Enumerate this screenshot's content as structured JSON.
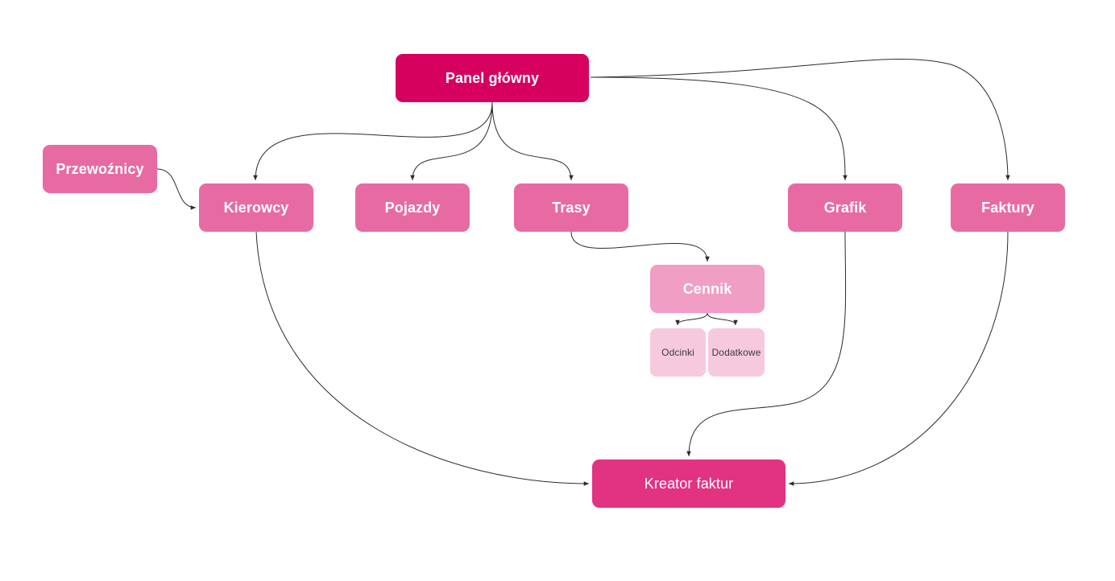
{
  "nodes": {
    "panel": "Panel główny",
    "przewoznicy": "Przewoźnicy",
    "kierowcy": "Kierowcy",
    "pojazdy": "Pojazdy",
    "trasy": "Trasy",
    "grafik": "Grafik",
    "faktury": "Faktury",
    "cennik": "Cennik",
    "odcinki": "Odcinki",
    "dodatkowe": "Dodatkowe",
    "kreator": "Kreator faktur"
  },
  "colors": {
    "main": "#d6005f",
    "primary": "#e86aa3",
    "cennik": "#f19ec5",
    "sub": "#f7c9de",
    "kreator": "#e23383",
    "edge": "#2b2b2b"
  },
  "edges": [
    {
      "from": "Panel główny",
      "to": "Kierowcy"
    },
    {
      "from": "Panel główny",
      "to": "Pojazdy"
    },
    {
      "from": "Panel główny",
      "to": "Trasy"
    },
    {
      "from": "Panel główny",
      "to": "Grafik"
    },
    {
      "from": "Panel główny",
      "to": "Faktury"
    },
    {
      "from": "Przewoźnicy",
      "to": "Kierowcy"
    },
    {
      "from": "Trasy",
      "to": "Cennik"
    },
    {
      "from": "Cennik",
      "to": "Odcinki"
    },
    {
      "from": "Cennik",
      "to": "Dodatkowe"
    },
    {
      "from": "Kierowcy",
      "to": "Kreator faktur"
    },
    {
      "from": "Grafik",
      "to": "Kreator faktur"
    },
    {
      "from": "Faktury",
      "to": "Kreator faktur"
    }
  ]
}
